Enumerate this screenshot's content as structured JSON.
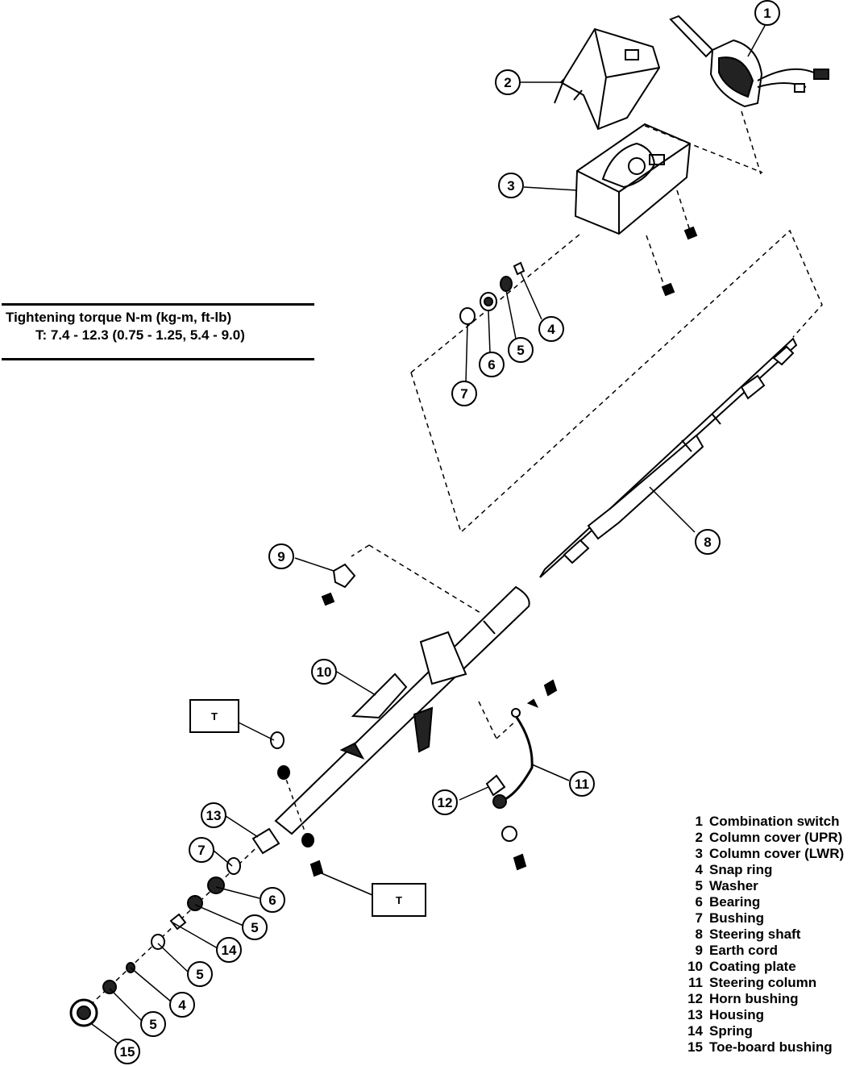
{
  "torque_spec": {
    "line1": "Tightening torque N-m (kg-m, ft-lb)",
    "line2": "T:  7.4 - 12.3 (0.75 - 1.25, 5.4 - 9.0)"
  },
  "torque_marker": "T",
  "callouts": [
    "1",
    "2",
    "3",
    "4",
    "5",
    "6",
    "7",
    "8",
    "9",
    "10",
    "11",
    "12",
    "13",
    "7",
    "6",
    "5",
    "14",
    "5",
    "4",
    "5",
    "15"
  ],
  "legend": [
    {
      "num": "1",
      "name": "Combination switch"
    },
    {
      "num": "2",
      "name": "Column cover (UPR)"
    },
    {
      "num": "3",
      "name": "Column cover (LWR)"
    },
    {
      "num": "4",
      "name": "Snap ring"
    },
    {
      "num": "5",
      "name": "Washer"
    },
    {
      "num": "6",
      "name": "Bearing"
    },
    {
      "num": "7",
      "name": "Bushing"
    },
    {
      "num": "8",
      "name": "Steering shaft"
    },
    {
      "num": "9",
      "name": "Earth cord"
    },
    {
      "num": "10",
      "name": "Coating plate"
    },
    {
      "num": "11",
      "name": "Steering column"
    },
    {
      "num": "12",
      "name": "Horn bushing"
    },
    {
      "num": "13",
      "name": "Housing"
    },
    {
      "num": "14",
      "name": "Spring"
    },
    {
      "num": "15",
      "name": "Toe-board bushing"
    }
  ]
}
